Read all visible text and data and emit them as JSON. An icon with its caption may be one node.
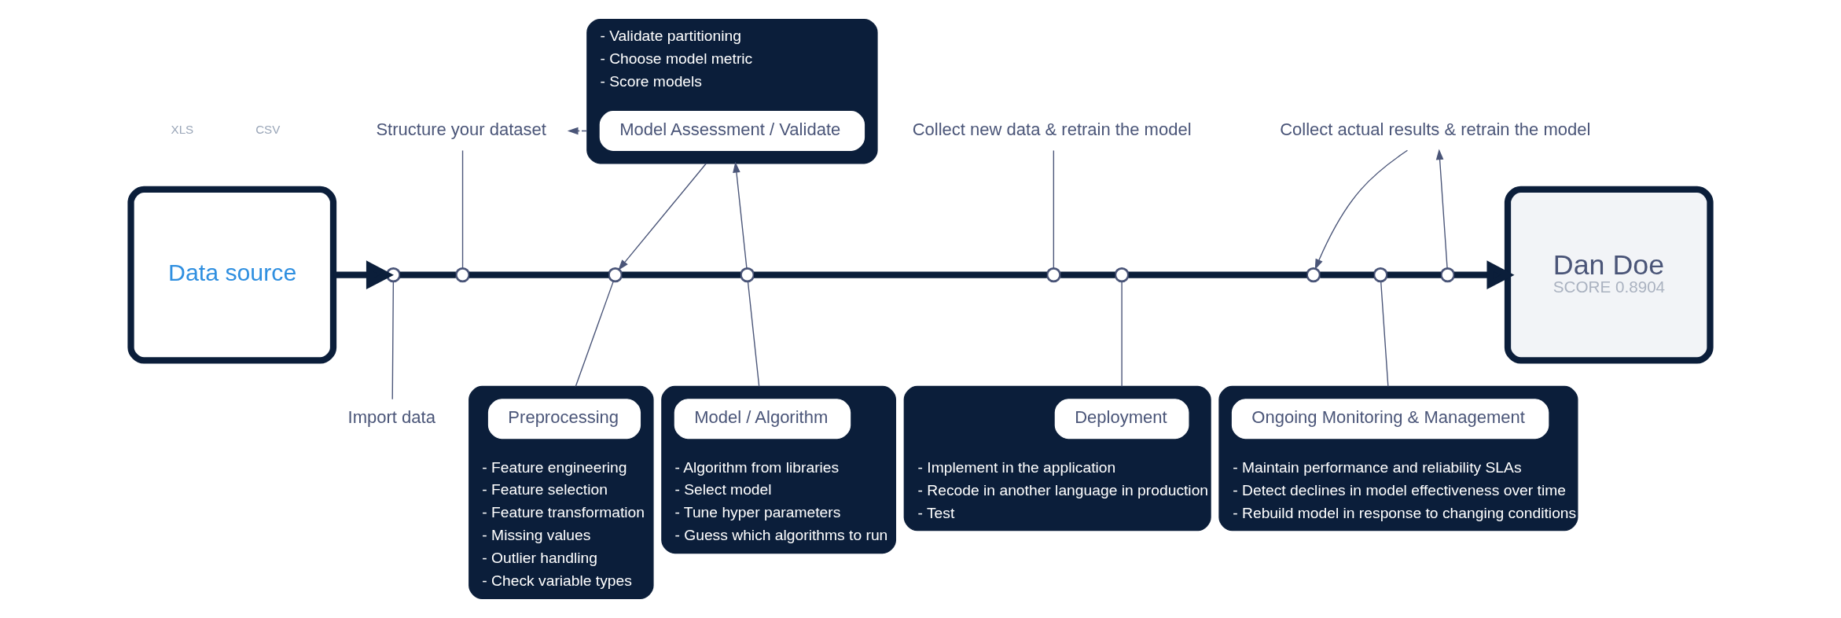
{
  "diagram": {
    "nodes": [
      {
        "text": [
          "Data source"
        ]
      },
      {
        "text": [],
        "shape": "circle"
      },
      {
        "text": [],
        "shape": "circle"
      },
      {
        "text": [],
        "shape": "circle"
      },
      {
        "text": [],
        "shape": "circle"
      },
      {
        "text": [],
        "shape": "circle"
      },
      {
        "text": [],
        "shape": "circle"
      },
      {
        "text": [],
        "shape": "circle"
      },
      {
        "text": [],
        "shape": "circle"
      },
      {
        "text": [],
        "shape": "circle"
      },
      {
        "text": [
          "Dan Doe",
          "SCORE 0.8904"
        ]
      },
      {
        "text": [
          "Import data"
        ]
      },
      {
        "text": [
          "Structure your dataset"
        ]
      },
      {
        "text": [
          "- Validate partitioning",
          "- Choose model metric",
          "- Score models"
        ]
      },
      {
        "text": [
          "Model Assessment / Validate"
        ],
        "in": 13
      },
      {
        "text": [
          "- Feature engineering",
          "- Feature selection",
          "- Feature transformation",
          "- Missing values",
          "- Outlier handling",
          "- Check variable types"
        ]
      },
      {
        "text": [
          "Preprocessing"
        ],
        "in": 15
      },
      {
        "text": [
          "- Algorithm from libraries",
          "- Select model",
          "- Tune hyper parameters",
          "- Guess which algorithms to run"
        ]
      },
      {
        "text": [
          "Model / Algorithm"
        ],
        "in": 17
      },
      {
        "text": [
          "- Implement in the application",
          "- Recode in another language in production",
          "- Test"
        ]
      },
      {
        "text": [
          "Deployment"
        ],
        "in": 19
      },
      {
        "text": [
          "- Maintain performance and reliability SLAs",
          "- Detect declines in model effectiveness over time",
          "- Rebuild model in response to changing conditions"
        ]
      },
      {
        "text": [
          "Ongoing Monitoring & Management"
        ],
        "in": 21
      },
      {
        "text": [
          "Collect new data & retrain the model"
        ]
      },
      {
        "text": [
          "Collect actual results & retrain the model"
        ]
      }
    ],
    "edges": [
      {
        "from": 0,
        "to": 1,
        "arrow": "to",
        "style": "thick"
      },
      {
        "from": 1,
        "to": 2,
        "arrow": "none",
        "style": "thick"
      },
      {
        "from": 2,
        "to": 3,
        "arrow": "none",
        "style": "thick"
      },
      {
        "from": 3,
        "to": 4,
        "arrow": "none",
        "style": "thick"
      },
      {
        "from": 4,
        "to": 5,
        "arrow": "none",
        "style": "thick"
      },
      {
        "from": 5,
        "to": 6,
        "arrow": "none",
        "style": "thick"
      },
      {
        "from": 6,
        "to": 7,
        "arrow": "none",
        "style": "thick"
      },
      {
        "from": 7,
        "to": 8,
        "arrow": "none",
        "style": "thick"
      },
      {
        "from": 8,
        "to": 9,
        "arrow": "none",
        "style": "thick"
      },
      {
        "from": 9,
        "to": 10,
        "arrow": "to",
        "style": "thick"
      },
      {
        "from": 1,
        "to": 11,
        "arrow": "none"
      },
      {
        "from": 2,
        "to": 12,
        "arrow": "none"
      },
      {
        "from": 3,
        "to": 15,
        "arrow": "none"
      },
      {
        "from": 4,
        "to": 17,
        "arrow": "none"
      },
      {
        "from": 5,
        "to": 23,
        "arrow": "none"
      },
      {
        "from": 6,
        "to": 19,
        "arrow": "none"
      },
      {
        "from": 8,
        "to": 21,
        "arrow": "none"
      },
      {
        "from": 13,
        "to": 12,
        "arrow": "to",
        "style": "dashed"
      },
      {
        "from": 13,
        "to": 3,
        "arrow": "to"
      },
      {
        "from": 4,
        "to": 13,
        "arrow": "to"
      },
      {
        "from": 24,
        "to": 7,
        "arrow": "to"
      },
      {
        "from": 9,
        "to": 24,
        "arrow": "to"
      }
    ],
    "labels": [
      "XLS",
      "CSV"
    ]
  }
}
